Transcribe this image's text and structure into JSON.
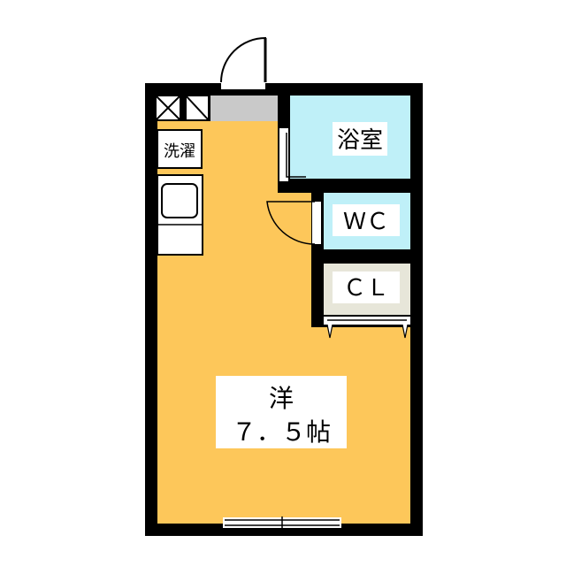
{
  "rooms": {
    "bath": {
      "label": "浴室"
    },
    "wc": {
      "label": "ＷＣ"
    },
    "closet": {
      "label": "ＣＬ"
    },
    "laundry": {
      "label": "洗濯"
    },
    "main": {
      "label_line1": "洋",
      "label_line2": "７．５帖"
    }
  },
  "colors": {
    "wall": "#000000",
    "floor_main": "#FDC75A",
    "floor_wet": "#BFF0F8",
    "floor_closet": "#E7E6D9",
    "floor_entry": "#C9C9C9",
    "fixture_gray": "#D6D6D6",
    "background": "#FFFFFF"
  }
}
